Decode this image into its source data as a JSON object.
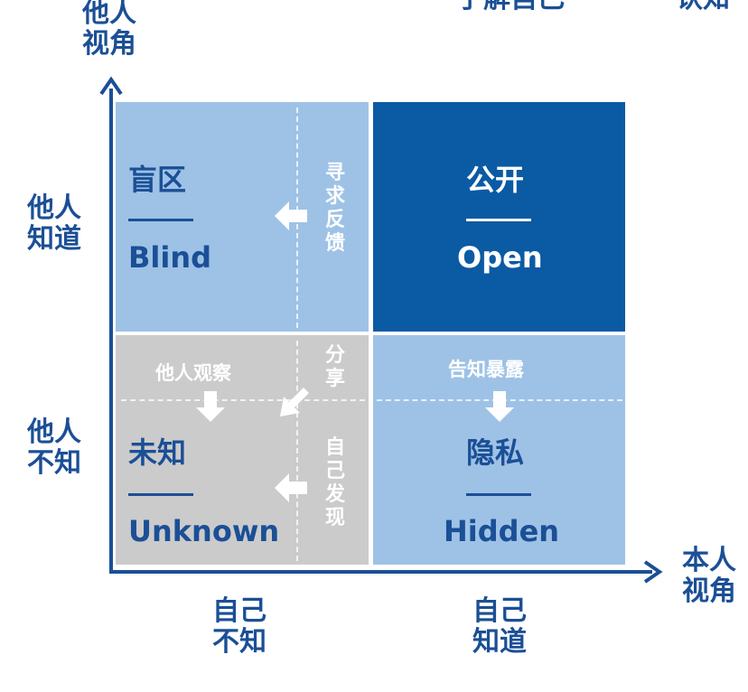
{
  "header_fragments": [
    "了解自己",
    "认知"
  ],
  "axes": {
    "y_title": "他人视角",
    "x_title": "本人视角",
    "y_top_label": "他人知道",
    "y_bottom_label": "他人不知",
    "x_left_label": "自己不知",
    "x_right_label": "自己知道"
  },
  "quadrants": {
    "blind": {
      "title": "盲区",
      "english": "Blind"
    },
    "open": {
      "title": "公开",
      "english": "Open"
    },
    "unknown": {
      "title": "未知",
      "english": "Unknown"
    },
    "hidden": {
      "title": "隐私",
      "english": "Hidden"
    }
  },
  "actions": {
    "seek_feedback": "寻求反馈",
    "share": "分享",
    "self_discovery": "自己发现",
    "others_observe": "他人观察",
    "disclose": "告知暴露"
  },
  "colors": {
    "axis": "#1b4f96",
    "blind_fill": "#9ec2e6",
    "open_fill": "#0b5aa4",
    "unknown_fill": "#cbcbcb",
    "hidden_fill": "#9ec2e6"
  }
}
